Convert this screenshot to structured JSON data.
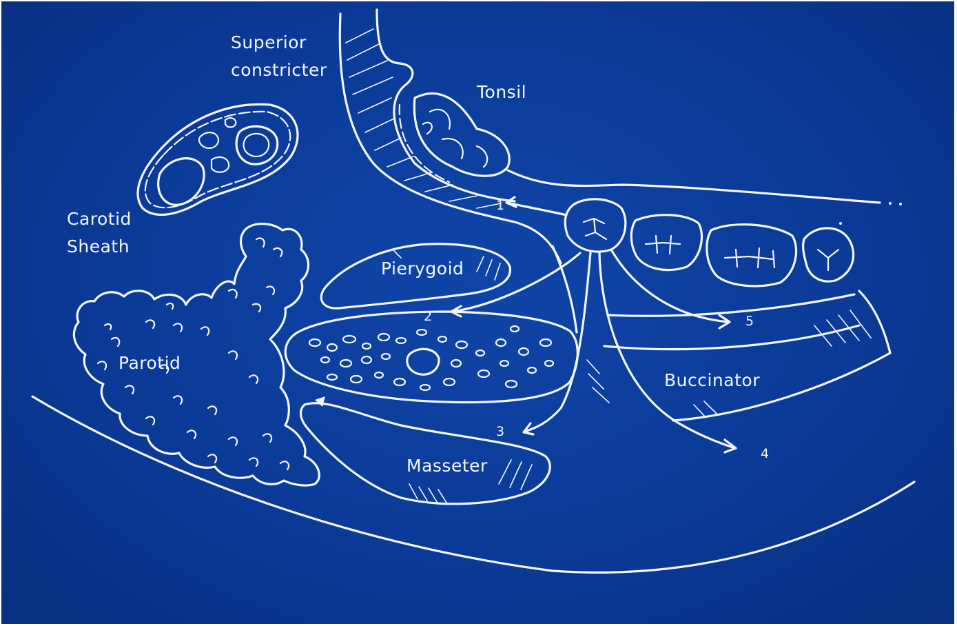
{
  "colors": {
    "background": "#0b3a97",
    "line": "#f4f6ff"
  },
  "labels": {
    "superior_line1": "Superior",
    "superior_line2": "constricter",
    "tonsil": "Tonsil",
    "carotid_line1": "Carotid",
    "carotid_line2": "Sheath",
    "pterygoid": "Pierygoid",
    "parotid": "Parotid",
    "buccinator": "Buccinator",
    "masseter": "Masseter"
  },
  "pathways": [
    "1",
    "2",
    "3",
    "4",
    "5"
  ]
}
